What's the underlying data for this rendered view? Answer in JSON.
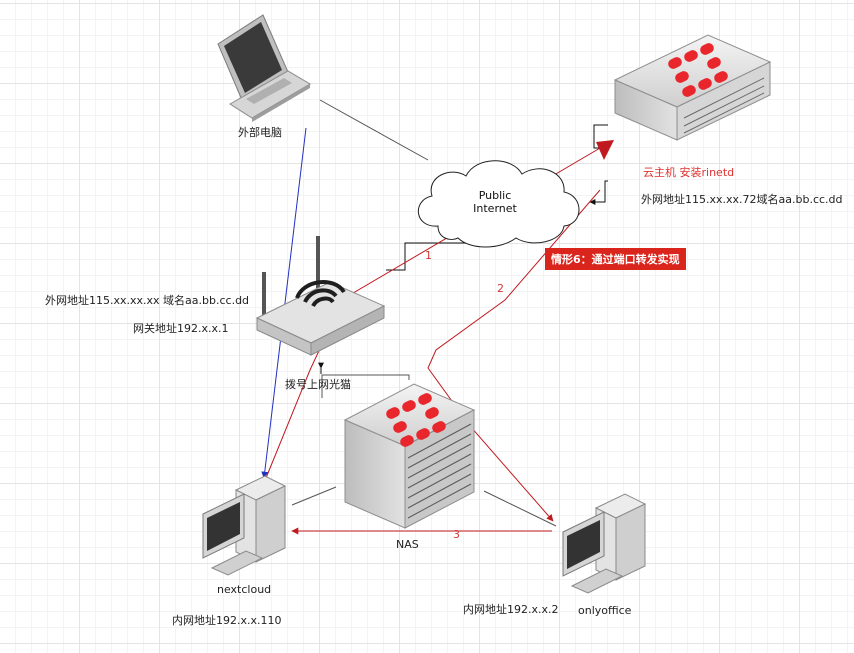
{
  "labels": {
    "external_pc": "外部电脑",
    "cloud_line1": "Public",
    "cloud_line2": "Internet",
    "cloud_host": "云主机  安装rinetd",
    "cloud_host_addr": "外网地址115.xx.xx.72域名aa.bb.cc.dd",
    "router_addr": "外网地址115.xx.xx.xx 域名aa.bb.cc.dd",
    "gateway_addr": "网关地址192.x.x.1",
    "modem": "拨号上网光猫",
    "nas": "NAS",
    "nextcloud": "nextcloud",
    "nextcloud_addr": "内网地址192.x.x.110",
    "onlyoffice": "onlyoffice",
    "onlyoffice_addr": "内网地址192.x.x.2",
    "note": "情形6：通过端口转发实现",
    "path1": "1",
    "path2": "2",
    "path3": "3"
  },
  "colors": {
    "red_path": "#c0191f",
    "blue_path": "#2030c0",
    "brand_red": "#e8262c",
    "note_bg": "#d9251c"
  }
}
